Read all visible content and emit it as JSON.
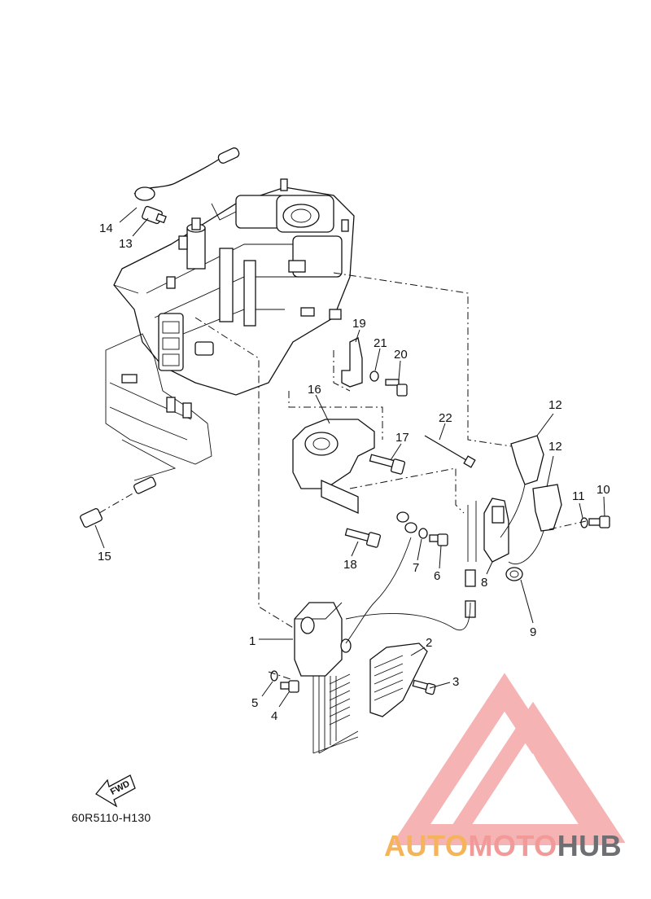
{
  "diagram": {
    "part_code": "60R5110-H130",
    "fwd_label": "FWD",
    "callouts": [
      "1",
      "2",
      "3",
      "4",
      "5",
      "6",
      "7",
      "8",
      "9",
      "10",
      "11",
      "12",
      "12",
      "13",
      "14",
      "15",
      "16",
      "17",
      "18",
      "19",
      "20",
      "21",
      "22"
    ]
  },
  "watermark": {
    "text_part1": "AUTO",
    "text_part2": "MOTO",
    "text_part3": "HUB",
    "color_part1": "#f5b35a",
    "color_part2": "#f29a9a",
    "color_part3": "#6d6f72",
    "logo_color": "#f29a9a"
  }
}
